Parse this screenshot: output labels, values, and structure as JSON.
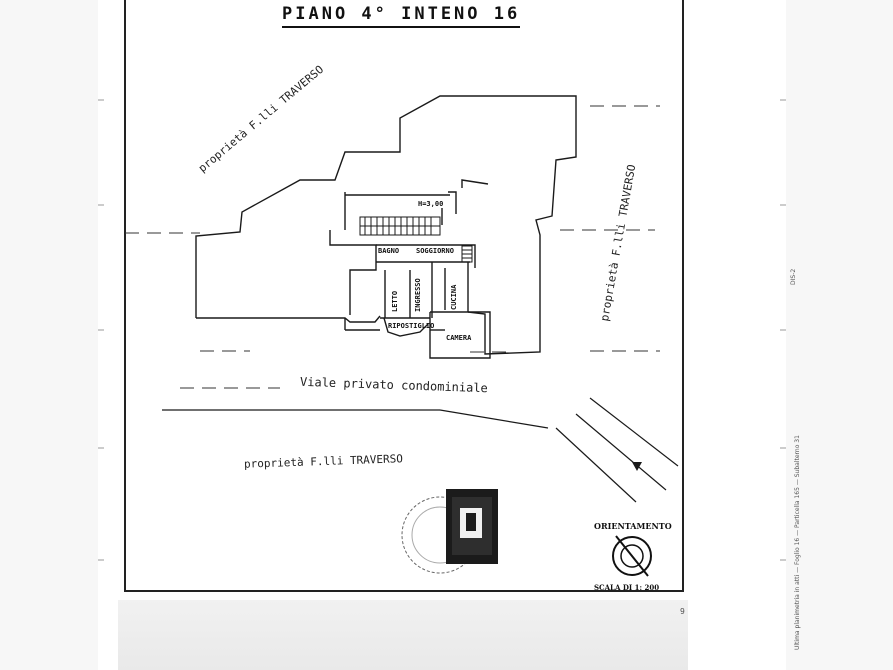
{
  "title": "PIANO 4° INTENO 16",
  "labels": {
    "prop_top_left": "proprietà F.lli TRAVERSO",
    "prop_right": "proprietà F.lli TRAVERSO",
    "prop_bottom": "proprietà F.lli TRAVERSO",
    "road": "Viale privato condominiale",
    "h_label": "H=3,00"
  },
  "rooms": {
    "bagno": "BAGNO",
    "soggiorno": "SOGGIORNO",
    "letto": "LETTO",
    "ingresso": "INGRESSO",
    "cucina": "CUCINA",
    "ripostiglio": "RIPOSTIGLIO",
    "camera": "CAMERA"
  },
  "compass": {
    "heading": "ORIENTAMENTO",
    "scale": "SCALA DI 1: 200"
  },
  "margin_text": {
    "right_vertical": "Ultima planimetria in atti — Foglio 16 — Particella 165 — Subalterno 31",
    "right_mark": "DIS-2",
    "page_mark": "9"
  },
  "colors": {
    "ink": "#1a1a1a",
    "paper": "#ffffff",
    "frame": "#222222"
  }
}
